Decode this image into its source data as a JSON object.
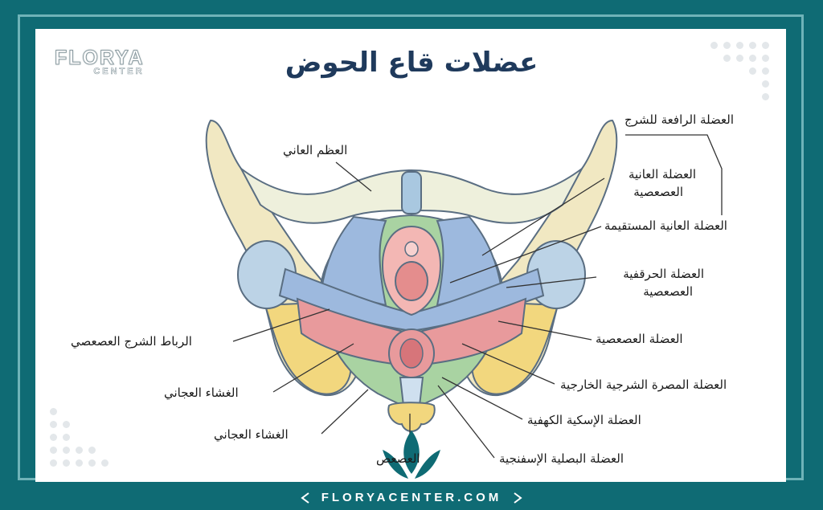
{
  "brand": {
    "name": "FLORYA",
    "sub": "CENTER"
  },
  "title": "عضلات قاع الحوض",
  "footer": "FLORYACENTER.COM",
  "labels": {
    "pubic_bone": "العظم العاني",
    "levator_ani": "العضلة الرافعة للشرج",
    "pubococcygeus_1": "العضلة العانية",
    "pubococcygeus_2": "العصعصية",
    "puborectalis": "العضلة العانية المستقيمة",
    "iliococcygeus_1": "العضلة الحرقفية",
    "iliococcygeus_2": "العصعصية",
    "coccygeus": "العضلة العصعصية",
    "anococcygeal_ligament": "الرباط الشرج العصعصي",
    "external_anal_sphincter": "العضلة المصرة الشرجية الخارجية",
    "perineal_membrane_1": "الغشاء العجاني",
    "ischiocavernosus": "العضلة الإسكية الكهفية",
    "perineal_membrane_2": "الغشاء العجاني",
    "bulbospongiosus": "العضلة البصلية الإسفنجية",
    "coccyx": "العصعص"
  }
}
